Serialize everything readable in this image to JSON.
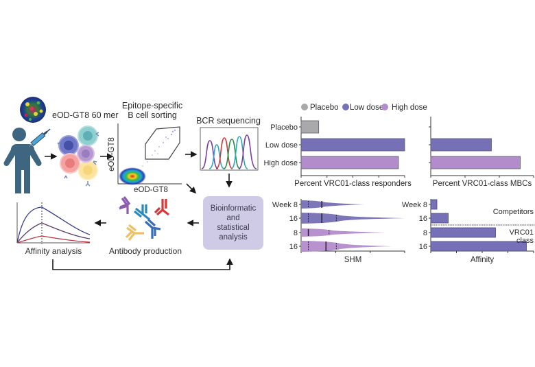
{
  "workflow": {
    "immunogen_label": "eOD-GT8 60 mer",
    "sorting_title_line1": "Epitope-specific",
    "sorting_title_line2": "B cell sorting",
    "flow_axis_x": "eOD-GT8",
    "flow_axis_y": "eOD-GT8",
    "sequencing_title": "BCR sequencing",
    "analysis_box": [
      "Bioinformatic",
      "and",
      "statistical",
      "analysis"
    ],
    "antibody_label": "Antibody production",
    "affinity_label": "Affinity analysis",
    "icons": [
      "person-icon",
      "syringe-icon",
      "nanoparticle-icon",
      "b-cells-icon",
      "flow-cytometry-plot",
      "chromatogram-icon",
      "antibody-icon",
      "sensorgram-plot"
    ]
  },
  "legend": {
    "items": [
      {
        "label": "Placebo",
        "color": "#a9a9ab"
      },
      {
        "label": "Low dose",
        "color": "#7670b6"
      },
      {
        "label": "High dose",
        "color": "#b38ccc"
      }
    ]
  },
  "chart_data": [
    {
      "type": "bar",
      "orientation": "horizontal",
      "title": "",
      "xlabel": "Percent VRC01-class responders",
      "ylabel": "",
      "categories": [
        "Placebo",
        "Low dose",
        "High dose"
      ],
      "values": [
        17,
        100,
        94
      ],
      "colors": [
        "#a9a9ab",
        "#7670b6",
        "#b38ccc"
      ],
      "xlim": [
        0,
        100
      ],
      "xticks": 5
    },
    {
      "type": "bar",
      "orientation": "horizontal",
      "title": "",
      "xlabel": "Percent VRC01-class MBCs",
      "ylabel": "",
      "categories": [
        "Placebo",
        "Low dose",
        "High dose"
      ],
      "values": [
        0,
        59,
        87
      ],
      "colors": [
        "#a9a9ab",
        "#7670b6",
        "#b38ccc"
      ],
      "xlim": [
        0,
        100
      ],
      "xticks": 4
    },
    {
      "type": "violin",
      "orientation": "horizontal",
      "xlabel": "SHM",
      "categories": [
        "Week 8",
        "16",
        "8",
        "16"
      ],
      "groups": [
        "Low dose",
        "Low dose",
        "High dose",
        "High dose"
      ],
      "colors": [
        "#7670b6",
        "#7670b6",
        "#b38ccc",
        "#b38ccc"
      ],
      "xlim": [
        0,
        100
      ],
      "xticks": 4,
      "median": [
        20,
        20,
        7,
        24
      ],
      "q1": [
        7,
        7,
        7,
        7
      ],
      "q3": [
        20,
        34,
        27,
        34
      ],
      "max": [
        61,
        100,
        81,
        88
      ]
    },
    {
      "type": "bar",
      "orientation": "horizontal",
      "xlabel": "Affinity",
      "categories": [
        "Week 8",
        "16",
        "8",
        "16"
      ],
      "values": [
        6,
        17,
        63,
        93
      ],
      "color": "#7670b6",
      "xlim": [
        0,
        100
      ],
      "xticks": 5,
      "annotations": [
        "Competitors",
        "VRC01",
        "class"
      ]
    }
  ]
}
